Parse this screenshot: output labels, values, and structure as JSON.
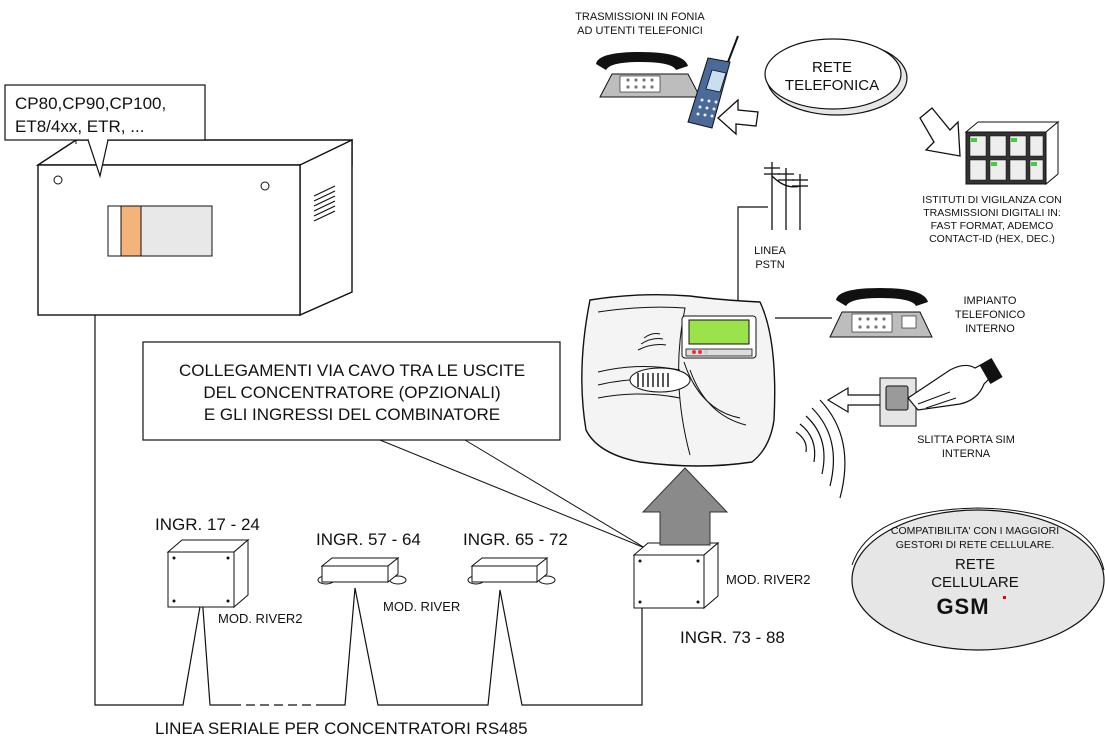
{
  "panel_models": [
    "CP80,CP90,CP100,",
    "ET8/4xx, ETR, ..."
  ],
  "voice_tx": [
    "TRASMISSIONI IN FONIA",
    "AD UTENTI TELEFONICI"
  ],
  "rete_telefonica": [
    "RETE",
    "TELEFONICA"
  ],
  "istituti": [
    "ISTITUTI DI VIGILANZA CON",
    "TRASMISSIONI DIGITALI IN:",
    "FAST FORMAT,  ADEMCO",
    "CONTACT-ID (HEX, DEC.)"
  ],
  "linea_pstn": [
    "LINEA",
    "PSTN"
  ],
  "impianto": [
    "IMPIANTO",
    "TELEFONICO",
    "INTERNO"
  ],
  "cavo_callout": [
    "COLLEGAMENTI VIA CAVO TRA LE USCITE",
    "DEL CONCENTRATORE (OPZIONALI)",
    "E GLI INGRESSI DEL COMBINATORE"
  ],
  "slitta": [
    "SLITTA PORTA SIM",
    "INTERNA"
  ],
  "gsm_bubble": [
    "COMPATIBILITA' CON I MAGGIORI",
    "GESTORI DI RETE CELLULARE.",
    "RETE",
    "CELLULARE"
  ],
  "gsm_logo": "GSM",
  "modules": {
    "m1_inputs": "INGR. 17 - 24",
    "m1_model": "MOD. RIVER2",
    "m2_inputs": "INGR. 57 - 64",
    "m2_model": "MOD. RIVER",
    "m3_inputs": "INGR. 65 - 72",
    "m4_inputs": "INGR. 73 - 88",
    "m4_model": "MOD. RIVER2"
  },
  "serial_line": "LINEA SERIALE PER CONCENTRATORI RS485",
  "colors": {
    "accent_orange": "#f4b37a",
    "display_green": "#9be34a",
    "arrow_grey": "#8a8a8a",
    "bubble_grey": "#e6e6e6"
  }
}
